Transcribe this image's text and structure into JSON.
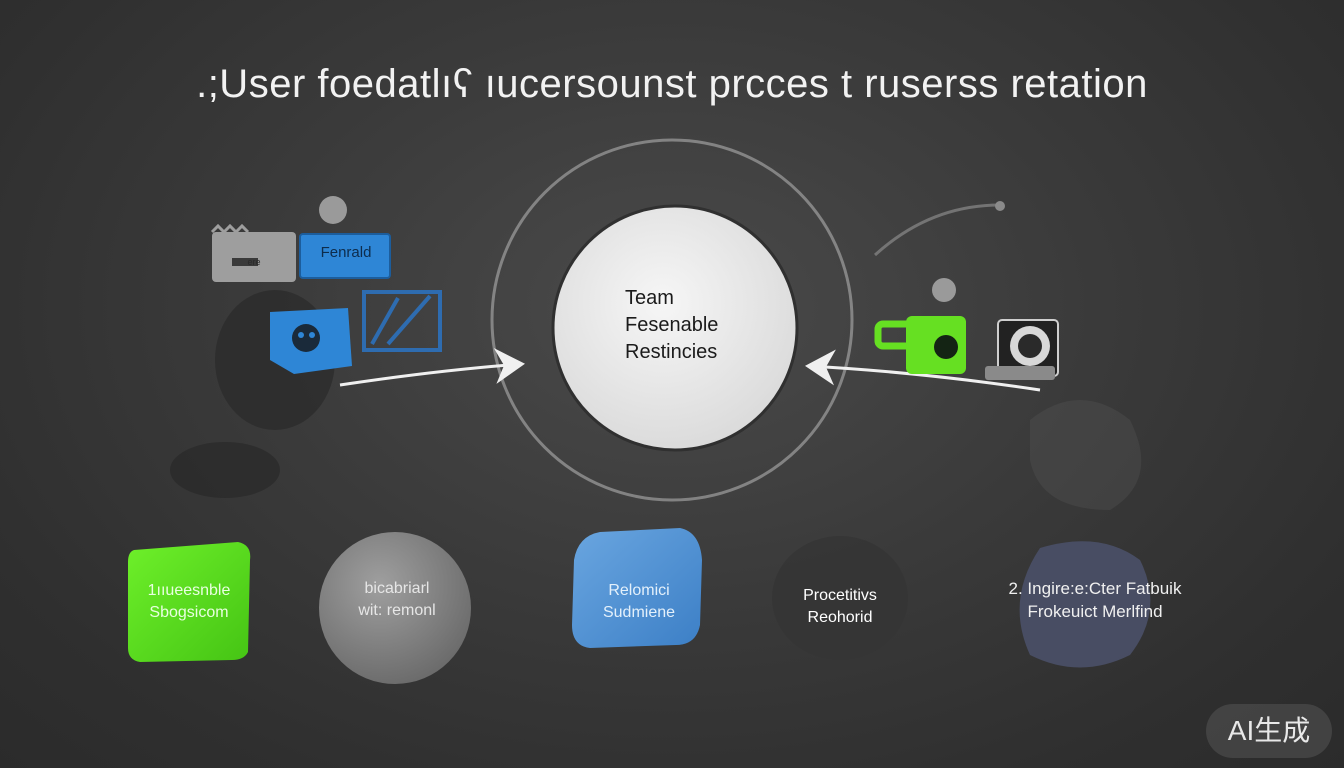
{
  "title": ".;User foedatlıʕ ıucersounst  prcces  t  rusersѕ retation",
  "center": {
    "line1": "Team",
    "line2": "Fesenable",
    "line3": "Restincies"
  },
  "icons": {
    "grey_card_label": "ere",
    "blue_card_label": "Fenrald"
  },
  "bottom": [
    {
      "line1": "1ııueesnble",
      "line2": "Sbogsicom",
      "color": "#5ee21c"
    },
    {
      "line1": "bicabriarl",
      "line2": "wit: remonl",
      "color": "#8c8c8c"
    },
    {
      "line1": "Relomici",
      "line2": "Sudmiene",
      "color": "#4d8fd1"
    },
    {
      "line1": "Procetitivs",
      "line2": "Reohorid",
      "color": "#3a3a3a"
    },
    {
      "line1": "2.   Ingire:e:Cter Fatbuik",
      "line2": "Frokeuict Merlfind",
      "color": "#4a5068"
    }
  ],
  "badge": "AI生成",
  "colors": {
    "accent_green": "#5ee21c",
    "accent_blue": "#2e86d6",
    "center_circle": "#ebebeb"
  }
}
